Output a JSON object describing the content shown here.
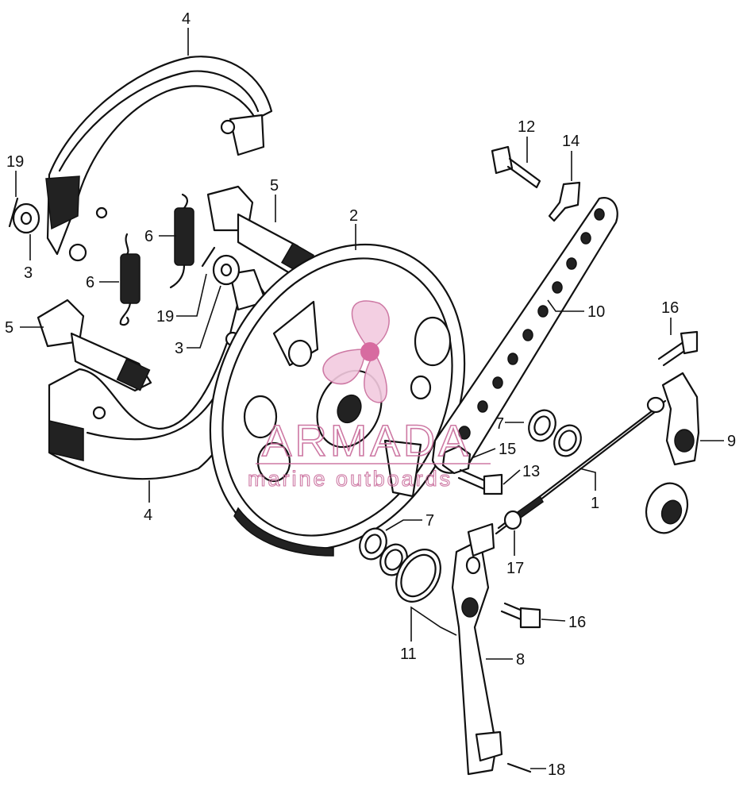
{
  "watermark": {
    "brand": "ARMADA",
    "tagline": "marine outboards",
    "color": "#c86a9a"
  },
  "callouts": [
    {
      "id": "c4a",
      "text": "4"
    },
    {
      "id": "c19a",
      "text": "19"
    },
    {
      "id": "c3a",
      "text": "3"
    },
    {
      "id": "c6a",
      "text": "6"
    },
    {
      "id": "c6b",
      "text": "6"
    },
    {
      "id": "c5a",
      "text": "5"
    },
    {
      "id": "c5b",
      "text": "5"
    },
    {
      "id": "c19b",
      "text": "19"
    },
    {
      "id": "c3b",
      "text": "3"
    },
    {
      "id": "c2",
      "text": "2"
    },
    {
      "id": "c4b",
      "text": "4"
    },
    {
      "id": "c12",
      "text": "12"
    },
    {
      "id": "c14",
      "text": "14"
    },
    {
      "id": "c10",
      "text": "10"
    },
    {
      "id": "c16a",
      "text": "16"
    },
    {
      "id": "c9",
      "text": "9"
    },
    {
      "id": "c7a",
      "text": "7"
    },
    {
      "id": "c15",
      "text": "15"
    },
    {
      "id": "c13",
      "text": "13"
    },
    {
      "id": "c1",
      "text": "1"
    },
    {
      "id": "c7b",
      "text": "7"
    },
    {
      "id": "c17",
      "text": "17"
    },
    {
      "id": "c16b",
      "text": "16"
    },
    {
      "id": "c11",
      "text": "11"
    },
    {
      "id": "c8",
      "text": "8"
    },
    {
      "id": "c18",
      "text": "18"
    }
  ]
}
